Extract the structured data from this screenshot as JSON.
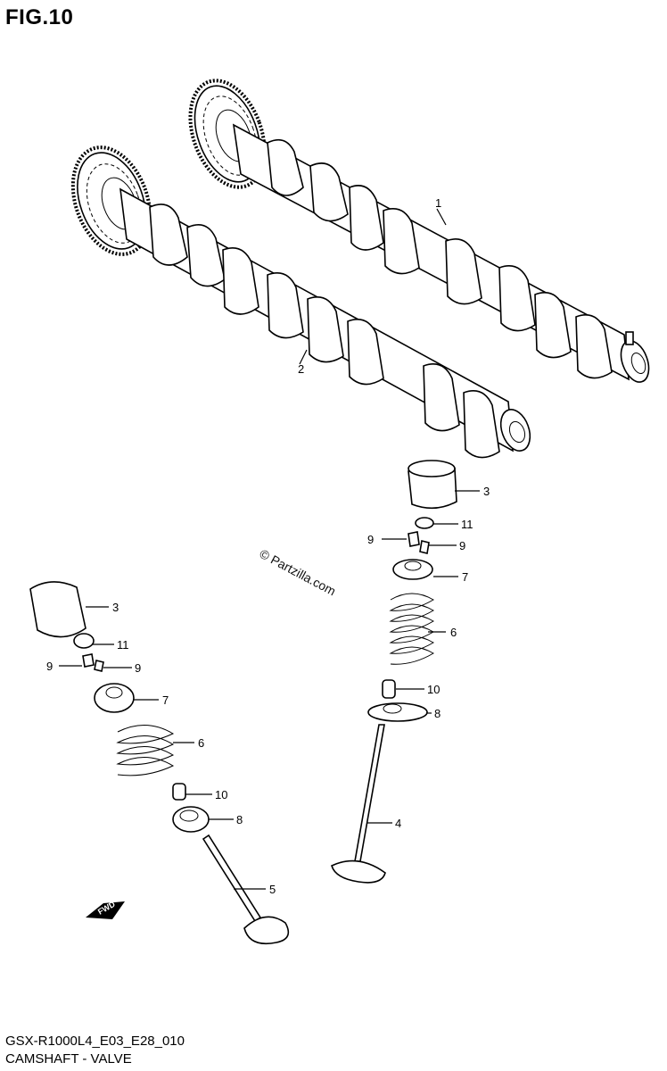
{
  "header": {
    "title": "FIG.10"
  },
  "footer": {
    "code": "GSX-R1000L4_E03_E28_010",
    "name": "CAMSHAFT - VALVE"
  },
  "watermark": {
    "text": "© Partzilla.com"
  },
  "fwd_mark": {
    "text": "FWD"
  },
  "callouts": {
    "c1": "1",
    "c2": "2",
    "c3a": "3",
    "c3b": "3",
    "c4": "4",
    "c5": "5",
    "c6a": "6",
    "c6b": "6",
    "c7a": "7",
    "c7b": "7",
    "c8a": "8",
    "c8b": "8",
    "c9a": "9",
    "c9b": "9",
    "c9c": "9",
    "c9d": "9",
    "c10a": "10",
    "c10b": "10",
    "c11a": "11",
    "c11b": "11"
  }
}
